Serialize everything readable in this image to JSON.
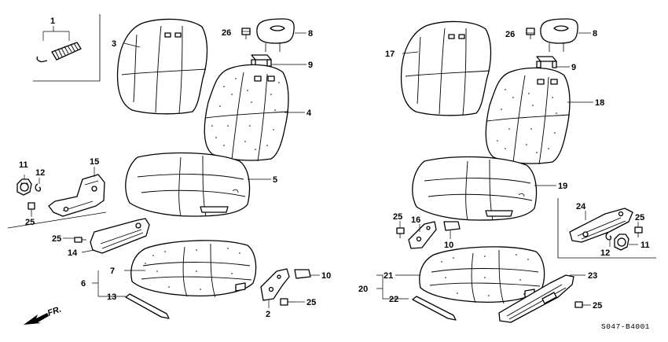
{
  "diagram": {
    "catalog_code": "S047-B4001",
    "direction_label": "FR.",
    "callouts": {
      "c1": "1",
      "c2": "2",
      "c3": "3",
      "c4": "4",
      "c5": "5",
      "c6": "6",
      "c7": "7",
      "c8l": "8",
      "c9l": "9",
      "c10l": "10",
      "c11l": "11",
      "c12l": "12",
      "c13": "13",
      "c14": "14",
      "c15": "15",
      "c25a": "25",
      "c25b": "25",
      "c25c": "25",
      "c26l": "26",
      "c8r": "8",
      "c9r": "9",
      "c10r": "10",
      "c11r": "11",
      "c12r": "12",
      "c16": "16",
      "c17": "17",
      "c18": "18",
      "c19": "19",
      "c20": "20",
      "c21": "21",
      "c22": "22",
      "c23": "23",
      "c24": "24",
      "c25d": "25",
      "c25e": "25",
      "c25f": "25",
      "c26r": "26"
    }
  }
}
